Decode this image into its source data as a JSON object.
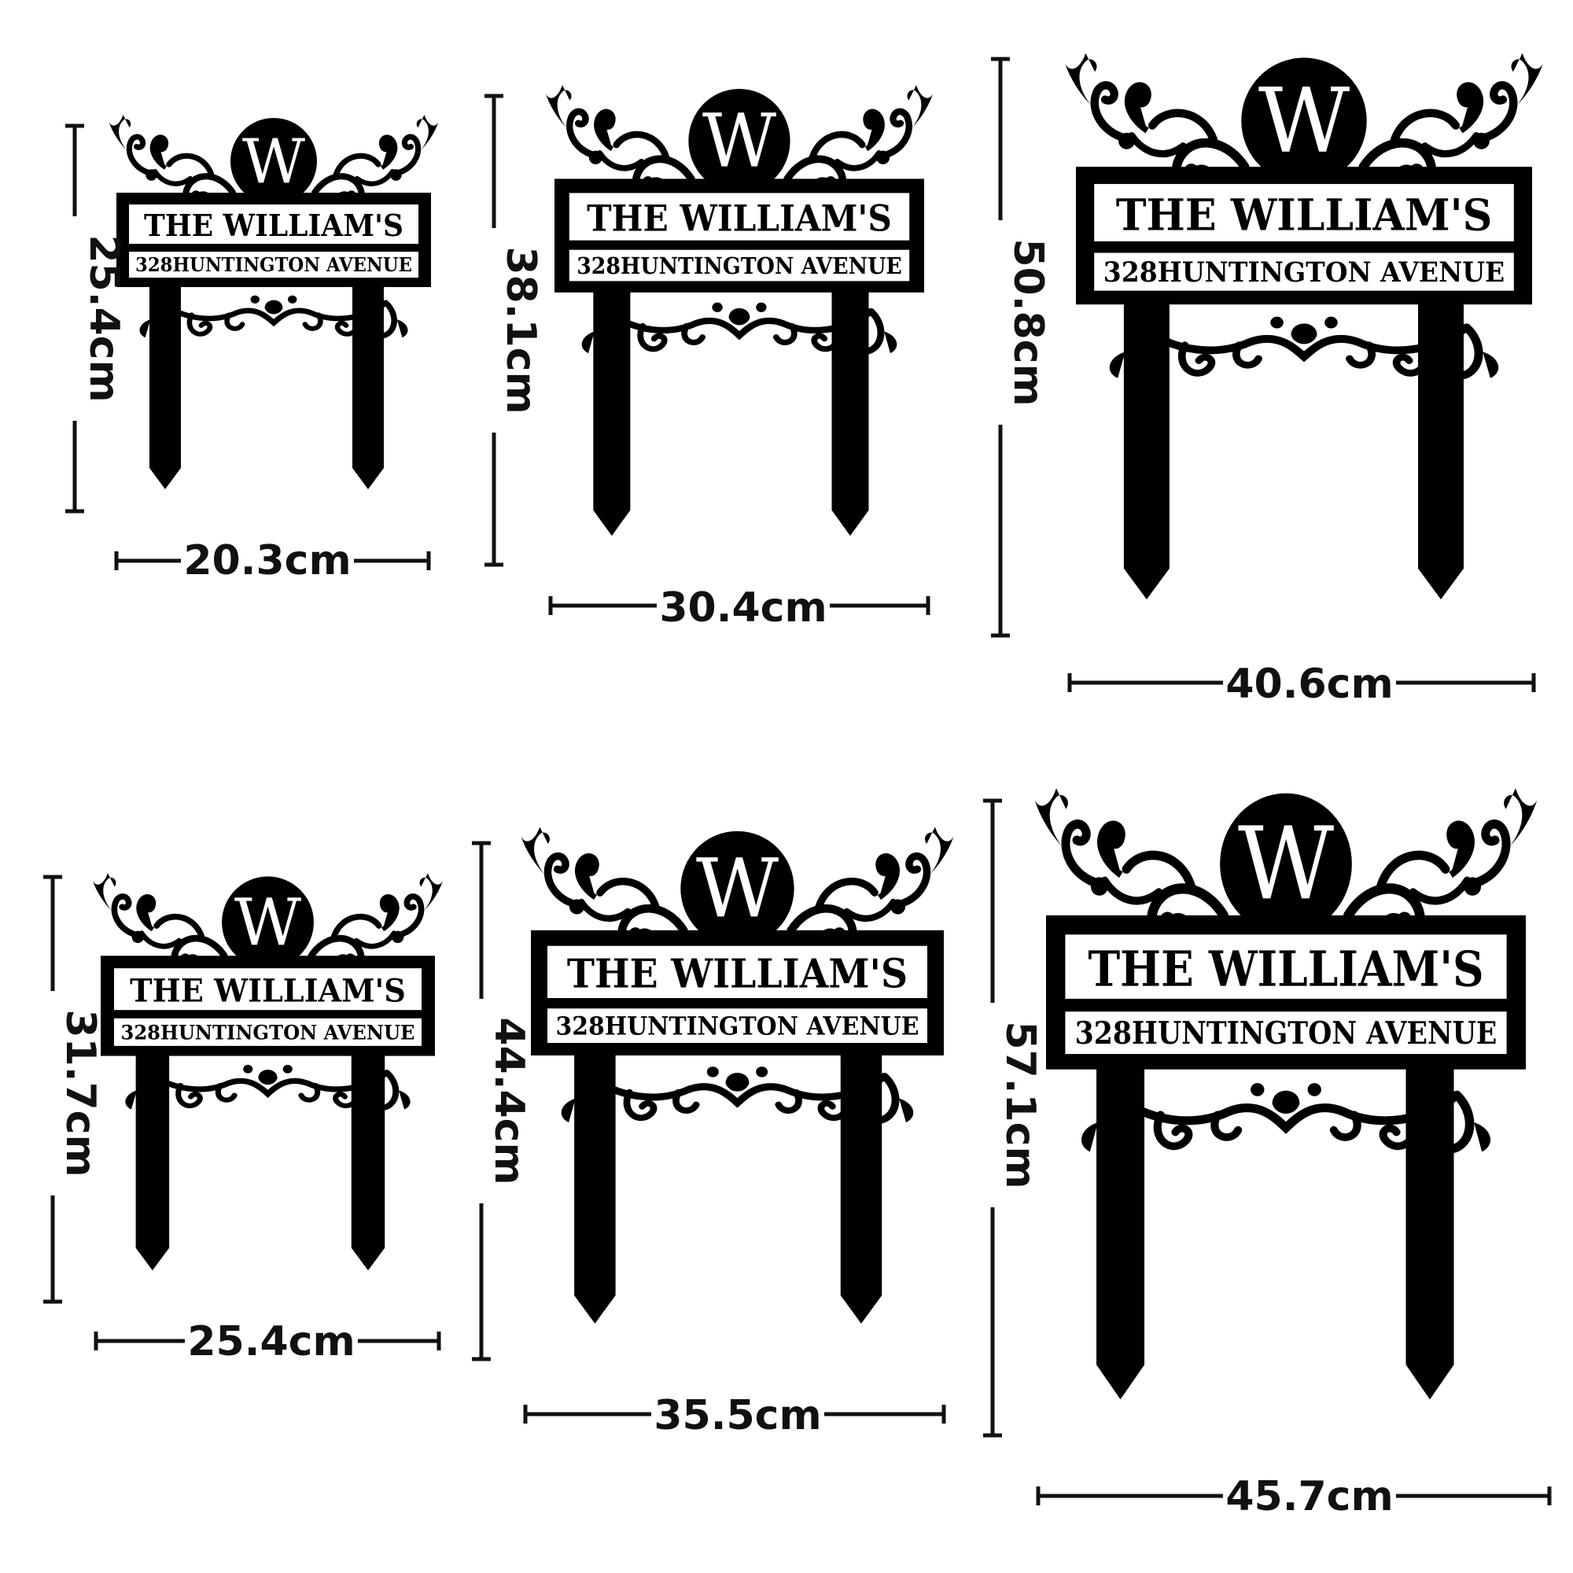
{
  "colors": {
    "sign": "#000000",
    "background": "#ffffff",
    "dimension_line": "#111111"
  },
  "signs": [
    {
      "monogram": "W",
      "family_name": "THE WILLIAM'S",
      "address": "328HUNTINGTON AVENUE",
      "height_label": "25.4cm",
      "width_label": "20.3cm"
    },
    {
      "monogram": "W",
      "family_name": "THE WILLIAM'S",
      "address": "328HUNTINGTON AVENUE",
      "height_label": "38.1cm",
      "width_label": "30.4cm"
    },
    {
      "monogram": "W",
      "family_name": "THE WILLIAM'S",
      "address": "328HUNTINGTON AVENUE",
      "height_label": "50.8cm",
      "width_label": "40.6cm"
    },
    {
      "monogram": "W",
      "family_name": "THE WILLIAM'S",
      "address": "328HUNTINGTON AVENUE",
      "height_label": "31.7cm",
      "width_label": "25.4cm"
    },
    {
      "monogram": "W",
      "family_name": "THE WILLIAM'S",
      "address": "328HUNTINGTON AVENUE",
      "height_label": "44.4cm",
      "width_label": "35.5cm"
    },
    {
      "monogram": "W",
      "family_name": "THE WILLIAM'S",
      "address": "328HUNTINGTON AVENUE",
      "height_label": "57.1cm",
      "width_label": "45.7cm"
    }
  ]
}
